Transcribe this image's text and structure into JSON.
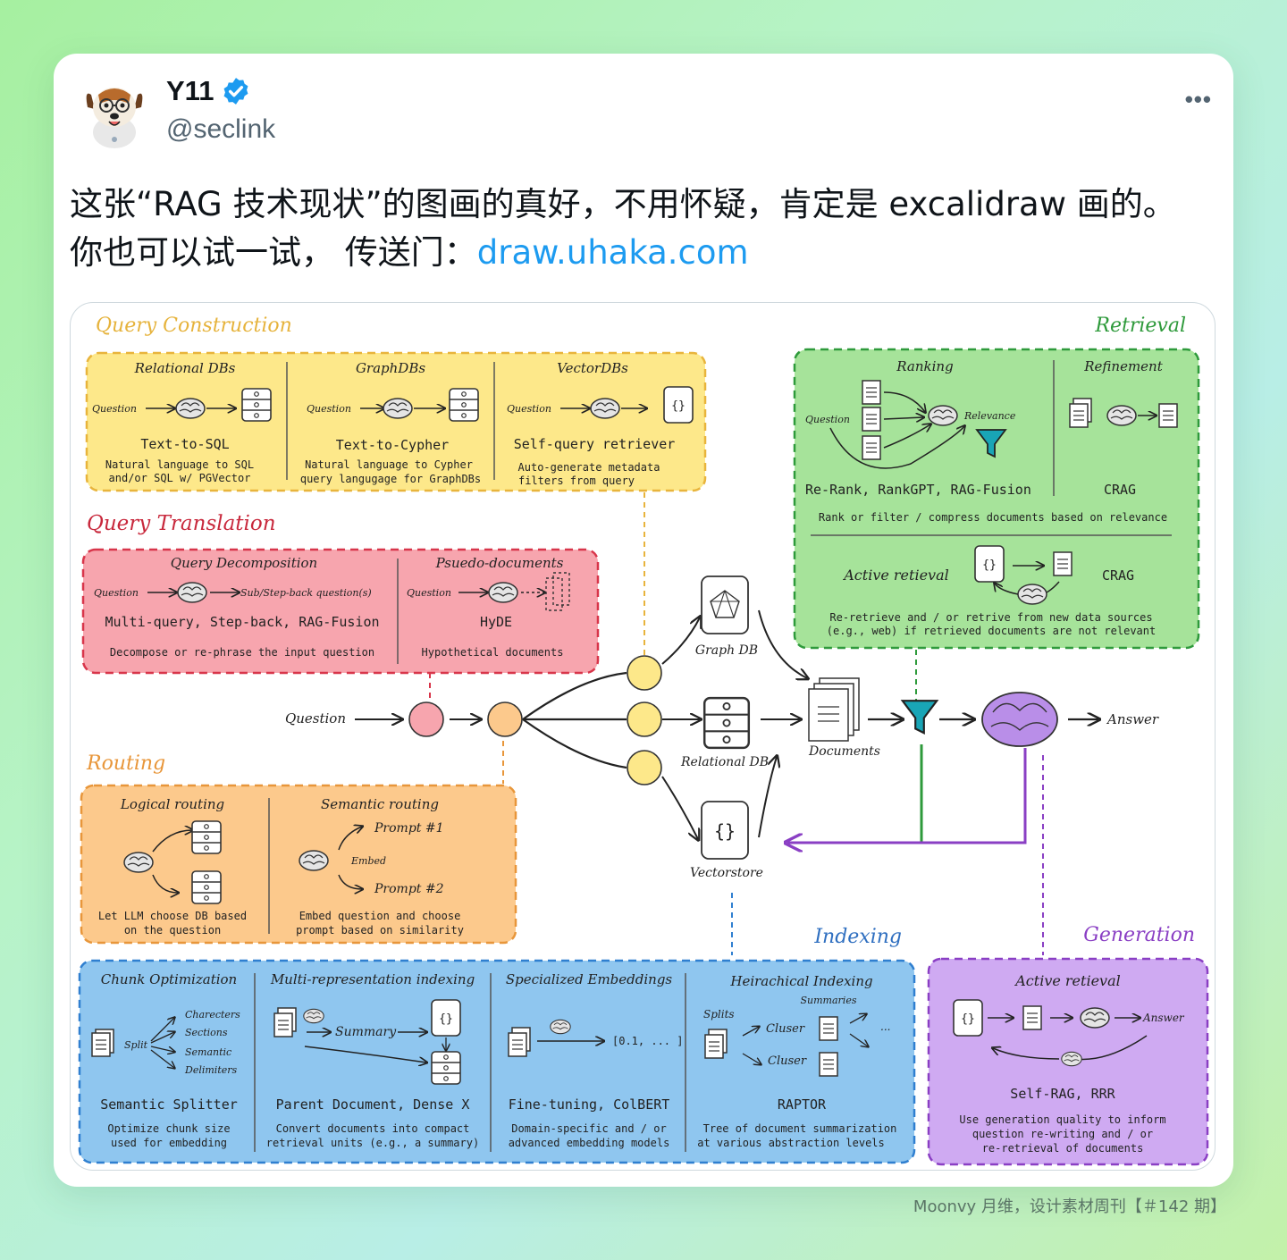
{
  "author": {
    "name": "Y11",
    "handle": "@seclink"
  },
  "tweet": {
    "line1": "这张“RAG 技术现状”的图画的真好，不用怀疑，肯定是 excalidraw 画的。",
    "line2": "你也可以试一试， 传送门：",
    "link": "draw.uhaka.com"
  },
  "footer": "Moonvy 月维，设计素材周刊【＃142 期】",
  "colors": {
    "verified": "#1d9bf0",
    "link": "#1d9bf0"
  },
  "icons": {
    "more": "more-icon",
    "verified": "verified-badge-icon",
    "brain": "brain-icon",
    "database": "database-icon",
    "document": "document-icon",
    "filter": "filter-icon"
  },
  "diagram": {
    "qc": {
      "title": "Query Construction",
      "cols": [
        {
          "title": "Relational DBs",
          "q": "Question",
          "name": "Text-to-SQL",
          "d1": "Natural language to SQL",
          "d2": "and/or SQL w/ PGVector"
        },
        {
          "title": "GraphDBs",
          "q": "Question",
          "name": "Text-to-Cypher",
          "d1": "Natural language to Cypher",
          "d2": "query langugage for GraphDBs"
        },
        {
          "title": "VectorDBs",
          "q": "Question",
          "name": "Self-query retriever",
          "d1": "Auto-generate metadata",
          "d2": "filters from query"
        }
      ]
    },
    "qt": {
      "title": "Query Translation",
      "c1": {
        "title": "Query Decomposition",
        "q": "Question",
        "out": "Sub/Step-back question(s)",
        "name": "Multi-query, Step-back, RAG-Fusion",
        "desc": "Decompose or re-phrase the input question"
      },
      "c2": {
        "title": "Psuedo-documents",
        "q": "Question",
        "name": "HyDE",
        "desc": "Hypothetical documents"
      }
    },
    "routing": {
      "title": "Routing",
      "c1": {
        "title": "Logical routing",
        "d1": "Let LLM choose DB based",
        "d2": "on the question"
      },
      "c2": {
        "title": "Semantic routing",
        "p1": "Prompt #1",
        "embed": "Embed",
        "p2": "Prompt #2",
        "d1": "Embed question and choose",
        "d2": "prompt based on similarity"
      }
    },
    "retrieval": {
      "title": "Retrieval",
      "ranking": "Ranking",
      "refinement": "Refinement",
      "q": "Question",
      "relevance": "Relevance",
      "rr": "Re-Rank, RankGPT, RAG-Fusion",
      "crag1": "CRAG",
      "rank_desc": "Rank or filter / compress documents based on relevance",
      "active": "Active retieval",
      "crag2": "CRAG",
      "a1": "Re-retrieve and / or retrive from new data sources",
      "a2": "(e.g., web) if retrieved documents are not relevant"
    },
    "center": {
      "question": "Question",
      "graphdb": "Graph DB",
      "reldb": "Relational DB",
      "vectorstore": "Vectorstore",
      "documents": "Documents",
      "answer": "Answer",
      "braces": "{}"
    },
    "indexing": {
      "title": "Indexing",
      "c1": {
        "title": "Chunk Optimization",
        "split": "Split",
        "o1": "Charecters",
        "o2": "Sections",
        "o3": "Semantic",
        "o4": "Delimiters",
        "name": "Semantic Splitter",
        "d1": "Optimize chunk size",
        "d2": "used for embedding"
      },
      "c2": {
        "title": "Multi-representation indexing",
        "summary": "Summary",
        "name": "Parent Document, Dense X",
        "d1": "Convert documents into compact",
        "d2": "retrieval units (e.g., a summary)"
      },
      "c3": {
        "title": "Specialized Embeddings",
        "vec": "[0.1, ... ]",
        "name": "Fine-tuning, ColBERT",
        "d1": "Domain-specific and / or",
        "d2": "advanced embedding models"
      },
      "c4": {
        "title": "Heirachical Indexing",
        "summaries": "Summaries",
        "splits": "Splits",
        "cl1": "Cluser",
        "cl2": "Cluser",
        "dots": "...",
        "name": "RAPTOR",
        "d1": "Tree of document summarization",
        "d2": "at various abstraction levels"
      }
    },
    "generation": {
      "title": "Generation",
      "active": "Active retieval",
      "answer": "Answer",
      "name": "Self-RAG, RRR",
      "d1": "Use generation quality to inform",
      "d2": "question re-writing and / or",
      "d3": "re-retrieval of documents"
    }
  }
}
